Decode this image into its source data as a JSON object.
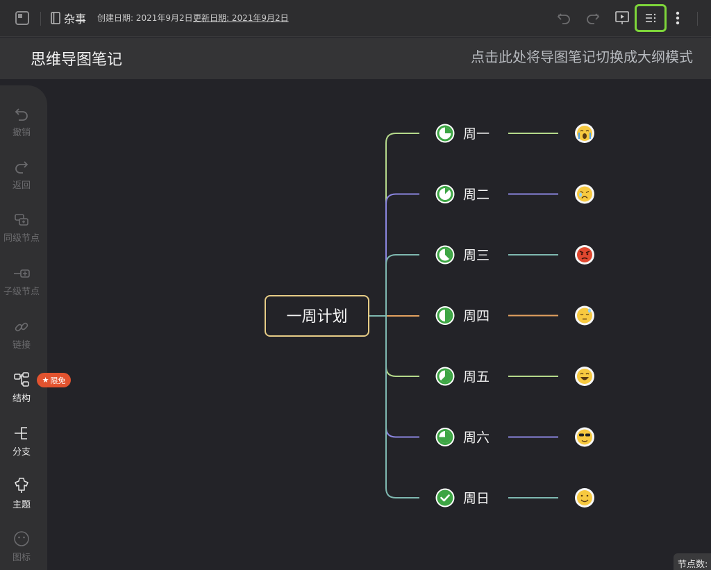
{
  "topbar": {
    "notebook": "杂事",
    "created": "创建日期: 2021年9月2日",
    "updated": "更新日期: 2021年9月2日"
  },
  "header": {
    "title": "思维导图笔记",
    "hint": "点击此处将导图笔记切换成大纲模式"
  },
  "sidebar": {
    "items": [
      {
        "label": "撤销",
        "icon": "undo-icon"
      },
      {
        "label": "返回",
        "icon": "redo-icon"
      },
      {
        "label": "同级节点",
        "icon": "sibling-node-icon"
      },
      {
        "label": "子级节点",
        "icon": "child-node-icon"
      },
      {
        "label": "链接",
        "icon": "link-icon"
      },
      {
        "label": "结构",
        "icon": "structure-icon"
      },
      {
        "label": "分支",
        "icon": "branch-icon"
      },
      {
        "label": "主题",
        "icon": "theme-icon"
      },
      {
        "label": "图标",
        "icon": "emoji-icon"
      }
    ],
    "badge": "限免"
  },
  "mindmap": {
    "root": "一周计划",
    "nodes": [
      {
        "label": "周一",
        "progress": 0.25,
        "emoji": "crying-face",
        "branch_color": "#b5d98b"
      },
      {
        "label": "周二",
        "progress": 0.125,
        "emoji": "sad-sweat-face",
        "branch_color": "#8b86e0"
      },
      {
        "label": "周三",
        "progress": 0.375,
        "emoji": "angry-face",
        "branch_color": "#7fb9b1"
      },
      {
        "label": "周四",
        "progress": 0.5,
        "emoji": "sleepy-face",
        "branch_color": "#e3a15f"
      },
      {
        "label": "周五",
        "progress": 0.625,
        "emoji": "grinning-face",
        "branch_color": "#b5d98b"
      },
      {
        "label": "周六",
        "progress": 0.75,
        "emoji": "sunglasses-face",
        "branch_color": "#8b86e0"
      },
      {
        "label": "周日",
        "progress": 1.0,
        "emoji": "smiling-face",
        "branch_color": "#7fb9b1"
      }
    ]
  },
  "status": {
    "node_count_label": "节点数:"
  }
}
